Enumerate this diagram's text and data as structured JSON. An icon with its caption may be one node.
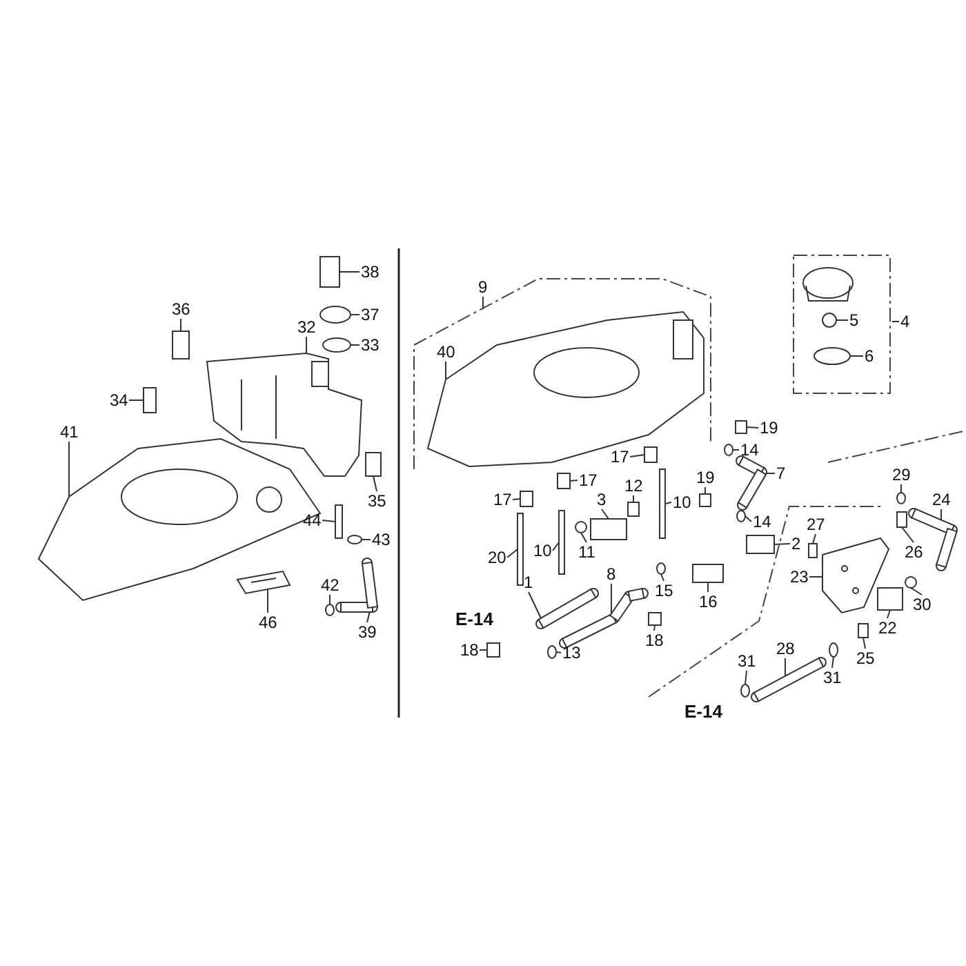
{
  "diagram": {
    "nodes": [
      {
        "text": [
          "38"
        ]
      },
      {
        "text": [
          "37"
        ]
      },
      {
        "text": [
          "33"
        ]
      },
      {
        "text": [
          "32"
        ]
      },
      {
        "text": [
          "36"
        ]
      },
      {
        "text": [
          "34"
        ]
      },
      {
        "text": [
          "41"
        ]
      },
      {
        "text": [
          "35"
        ]
      },
      {
        "text": [
          "44"
        ]
      },
      {
        "text": [
          "43"
        ]
      },
      {
        "text": [
          "42"
        ]
      },
      {
        "text": [
          "39"
        ]
      },
      {
        "text": [
          "46"
        ]
      },
      {
        "text": [
          "9"
        ]
      },
      {
        "text": [
          "40"
        ]
      },
      {
        "text": [
          "4"
        ]
      },
      {
        "text": [
          "5"
        ]
      },
      {
        "text": [
          "6"
        ]
      },
      {
        "text": [
          "19"
        ]
      },
      {
        "text": [
          "17"
        ]
      },
      {
        "text": [
          "14"
        ]
      },
      {
        "text": [
          "7"
        ]
      },
      {
        "text": [
          "17"
        ]
      },
      {
        "text": [
          "17"
        ]
      },
      {
        "text": [
          "12"
        ]
      },
      {
        "text": [
          "3"
        ]
      },
      {
        "text": [
          "10"
        ]
      },
      {
        "text": [
          "19"
        ]
      },
      {
        "text": [
          "20"
        ]
      },
      {
        "text": [
          "10"
        ]
      },
      {
        "text": [
          "11"
        ]
      },
      {
        "text": [
          "14"
        ]
      },
      {
        "text": [
          "2"
        ]
      },
      {
        "text": [
          "8"
        ]
      },
      {
        "text": [
          "1"
        ]
      },
      {
        "text": [
          "15"
        ]
      },
      {
        "text": [
          "16"
        ]
      },
      {
        "text": [
          "18"
        ]
      },
      {
        "text": [
          "13"
        ]
      },
      {
        "text": [
          "18"
        ]
      },
      {
        "text": [
          "29"
        ]
      },
      {
        "text": [
          "24"
        ]
      },
      {
        "text": [
          "27"
        ]
      },
      {
        "text": [
          "26"
        ]
      },
      {
        "text": [
          "23"
        ]
      },
      {
        "text": [
          "30"
        ]
      },
      {
        "text": [
          "22"
        ]
      },
      {
        "text": [
          "25"
        ]
      },
      {
        "text": [
          "28"
        ]
      },
      {
        "text": [
          "31"
        ]
      },
      {
        "text": [
          "31"
        ]
      },
      {
        "text": [],
        "shape": "box"
      },
      {
        "text": [],
        "shape": "circle"
      },
      {
        "text": [],
        "shape": "circle"
      },
      {
        "text": [],
        "shape": "picture"
      },
      {
        "text": [],
        "shape": "box"
      },
      {
        "text": [],
        "shape": "box"
      },
      {
        "text": [],
        "shape": "picture"
      },
      {
        "text": [],
        "shape": "box"
      },
      {
        "text": [],
        "shape": "box"
      },
      {
        "text": [],
        "shape": "circle"
      },
      {
        "text": [],
        "shape": "circle"
      },
      {
        "text": [],
        "shape": "picture"
      },
      {
        "text": [],
        "shape": "picture"
      },
      {
        "text": [],
        "shape": "picture"
      },
      {
        "text": [],
        "shape": "circle"
      },
      {
        "text": [],
        "shape": "circle"
      },
      {
        "text": [],
        "shape": "box"
      },
      {
        "text": [],
        "shape": "box"
      },
      {
        "text": [],
        "shape": "circle"
      },
      {
        "text": [],
        "shape": "picture"
      },
      {
        "text": [],
        "shape": "box"
      },
      {
        "text": [],
        "shape": "box"
      },
      {
        "text": [],
        "shape": "box"
      },
      {
        "text": [],
        "shape": "box"
      },
      {
        "text": [],
        "shape": "box"
      },
      {
        "text": [],
        "shape": "box"
      },
      {
        "text": [],
        "shape": "box"
      },
      {
        "text": [],
        "shape": "box"
      },
      {
        "text": [],
        "shape": "circle"
      },
      {
        "text": [],
        "shape": "circle"
      },
      {
        "text": [],
        "shape": "box"
      },
      {
        "text": [],
        "shape": "picture"
      },
      {
        "text": [],
        "shape": "picture"
      },
      {
        "text": [],
        "shape": "circle"
      },
      {
        "text": [],
        "shape": "box"
      },
      {
        "text": [],
        "shape": "box"
      },
      {
        "text": [],
        "shape": "circle"
      },
      {
        "text": [],
        "shape": "box"
      },
      {
        "text": [],
        "shape": "circle"
      },
      {
        "text": [],
        "shape": "picture"
      },
      {
        "text": [],
        "shape": "box"
      },
      {
        "text": [],
        "shape": "box"
      },
      {
        "text": [],
        "shape": "picture"
      },
      {
        "text": [],
        "shape": "circle"
      },
      {
        "text": [],
        "shape": "box"
      },
      {
        "text": [],
        "shape": "box"
      },
      {
        "text": [],
        "shape": "picture"
      },
      {
        "text": [],
        "shape": "circle"
      },
      {
        "text": [],
        "shape": "circle"
      }
    ],
    "edges": [
      {
        "from": 0,
        "to": 51,
        "arrow": "none"
      },
      {
        "from": 1,
        "to": 52,
        "arrow": "none"
      },
      {
        "from": 2,
        "to": 53,
        "arrow": "none"
      },
      {
        "from": 3,
        "to": 54,
        "arrow": "none"
      },
      {
        "from": 4,
        "to": 55,
        "arrow": "none"
      },
      {
        "from": 5,
        "to": 56,
        "arrow": "none"
      },
      {
        "from": 6,
        "to": 57,
        "arrow": "none"
      },
      {
        "from": 7,
        "to": 58,
        "arrow": "none"
      },
      {
        "from": 8,
        "to": 59,
        "arrow": "none"
      },
      {
        "from": 9,
        "to": 60,
        "arrow": "none"
      },
      {
        "from": 10,
        "to": 61,
        "arrow": "none"
      },
      {
        "from": 11,
        "to": 62,
        "arrow": "none"
      },
      {
        "from": 12,
        "to": 63,
        "arrow": "none"
      },
      {
        "from": 13,
        "to": null,
        "arrow": "none"
      },
      {
        "from": 14,
        "to": 64,
        "arrow": "none"
      },
      {
        "from": 15,
        "to": null,
        "arrow": "none"
      },
      {
        "from": 16,
        "to": 65,
        "arrow": "none"
      },
      {
        "from": 17,
        "to": 66,
        "arrow": "none"
      },
      {
        "from": 18,
        "to": 67,
        "arrow": "none"
      },
      {
        "from": 19,
        "to": 68,
        "arrow": "none"
      },
      {
        "from": 20,
        "to": 69,
        "arrow": "none"
      },
      {
        "from": 21,
        "to": 70,
        "arrow": "none"
      },
      {
        "from": 22,
        "to": 71,
        "arrow": "none"
      },
      {
        "from": 23,
        "to": 72,
        "arrow": "none"
      },
      {
        "from": 24,
        "to": 73,
        "arrow": "none"
      },
      {
        "from": 25,
        "to": 74,
        "arrow": "none"
      },
      {
        "from": 26,
        "to": 75,
        "arrow": "none"
      },
      {
        "from": 27,
        "to": 76,
        "arrow": "none"
      },
      {
        "from": 28,
        "to": 77,
        "arrow": "none"
      },
      {
        "from": 29,
        "to": 78,
        "arrow": "none"
      },
      {
        "from": 30,
        "to": 79,
        "arrow": "none"
      },
      {
        "from": 31,
        "to": 80,
        "arrow": "none"
      },
      {
        "from": 32,
        "to": 81,
        "arrow": "none"
      },
      {
        "from": 33,
        "to": 82,
        "arrow": "none"
      },
      {
        "from": 34,
        "to": 83,
        "arrow": "none"
      },
      {
        "from": 35,
        "to": 84,
        "arrow": "none"
      },
      {
        "from": 36,
        "to": 85,
        "arrow": "none"
      },
      {
        "from": 37,
        "to": 86,
        "arrow": "none"
      },
      {
        "from": 38,
        "to": 87,
        "arrow": "none"
      },
      {
        "from": 39,
        "to": 88,
        "arrow": "none"
      },
      {
        "from": 40,
        "to": 89,
        "arrow": "none"
      },
      {
        "from": 41,
        "to": 90,
        "arrow": "none"
      },
      {
        "from": 42,
        "to": 91,
        "arrow": "none"
      },
      {
        "from": 43,
        "to": 92,
        "arrow": "none"
      },
      {
        "from": 44,
        "to": 93,
        "arrow": "none"
      },
      {
        "from": 45,
        "to": 94,
        "arrow": "none"
      },
      {
        "from": 46,
        "to": 95,
        "arrow": "none"
      },
      {
        "from": 47,
        "to": 96,
        "arrow": "none"
      },
      {
        "from": 48,
        "to": 97,
        "arrow": "none"
      },
      {
        "from": 49,
        "to": 98,
        "arrow": "none"
      },
      {
        "from": 50,
        "to": 99,
        "arrow": "none"
      }
    ],
    "labels": [
      "E-14",
      "E-14"
    ]
  }
}
